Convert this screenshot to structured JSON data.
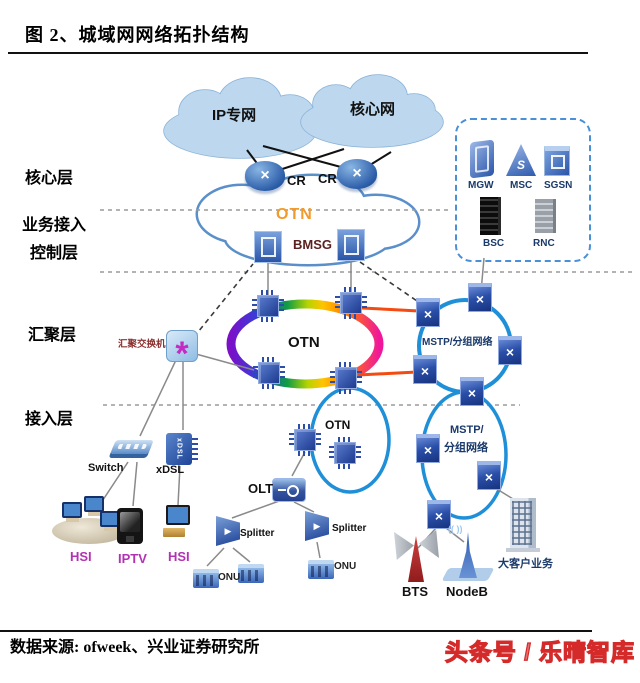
{
  "header": {
    "title": "图 2、城域网网络拓扑结构"
  },
  "layers": {
    "core": "核心层",
    "control_line1": "业务接入",
    "control_line2": "控制层",
    "aggregation": "汇聚层",
    "access": "接入层"
  },
  "clouds": {
    "ip_network": "IP专网",
    "core_network": "核心网"
  },
  "core_layer": {
    "cr1": "CR",
    "cr2": "CR"
  },
  "control_layer": {
    "otn": "OTN",
    "bmsg": "BMSG"
  },
  "aggregation_layer": {
    "agg_switch": "汇聚交换机",
    "otn_ring": "OTN",
    "mstp_ring": "MSTP/分组网络"
  },
  "access_layer": {
    "otn_ring": "OTN",
    "mstp_line1": "MSTP/",
    "mstp_line2": "分组网络",
    "switch": "Switch",
    "xdsl": "xDSL",
    "xdsl_device": "xDSL",
    "olt": "OLT",
    "splitter1": "Splitter",
    "splitter2": "Splitter",
    "onu1": "ONU",
    "onu2": "ONU",
    "hsi1": "HSI",
    "iptv": "IPTV",
    "hsi2": "HSI",
    "bts": "BTS",
    "nodeb": "NodeB",
    "enterprise": "大客户业务"
  },
  "legend_box": {
    "mgw": "MGW",
    "msc": "MSC",
    "sgsn": "SGSN",
    "bsc": "BSC",
    "rnc": "RNC"
  },
  "footer": {
    "source": "数据来源: ofweek、兴业证券研究所",
    "watermark": "头条号 / 乐晴智库"
  },
  "icons": {
    "cr_router": "cylinder-x-router",
    "bmsg_device": "gateway-box",
    "otn_node": "chip-with-pins",
    "mstp_node": "box-x-router",
    "agg_switch": "asterisk-switch",
    "splitter": "play-triangle",
    "onu": "ported-box",
    "bts": "antenna-sector-tower",
    "nodeb": "radio-tower",
    "enterprise": "office-building"
  },
  "colors": {
    "otn_cloud_label": "#f29b2d",
    "ring_blue": "#1f8fd8",
    "link_orange": "#f34b12",
    "label_navy": "#1a3a6b",
    "label_magenta": "#b332b3",
    "label_maroon": "#8b3030",
    "watermark_red": "#d42a2a",
    "ring_rainbow": [
      "#7a10c8",
      "#3440d8",
      "#0f9c46",
      "#ffc400",
      "#ff7a00",
      "#f0189a"
    ]
  }
}
